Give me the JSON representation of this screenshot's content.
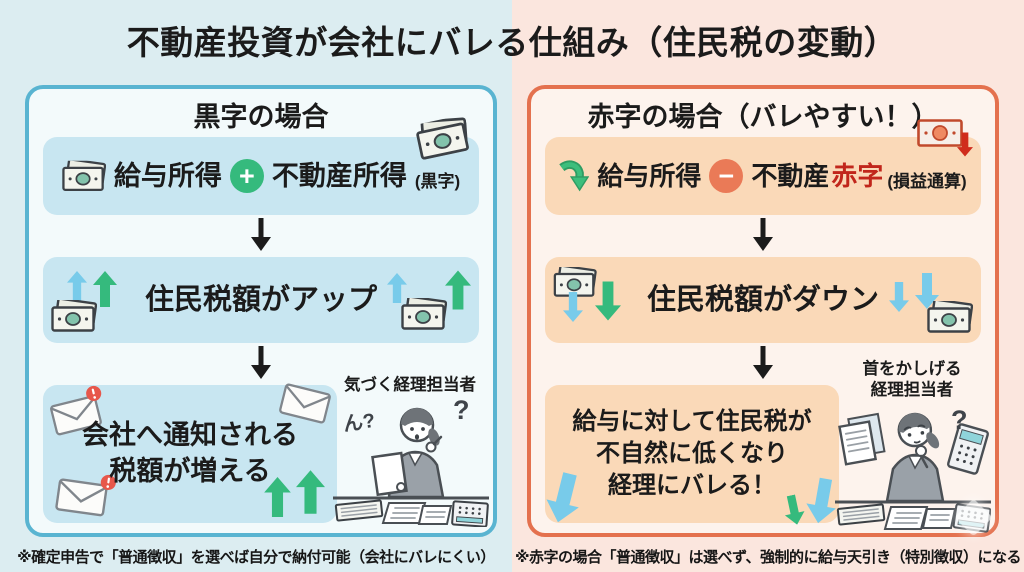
{
  "title": "不動産投資が会社にバレる仕組み（住民税の変動）",
  "operators": {
    "plus": "+",
    "minus": "−"
  },
  "icons": {
    "money-bill-icon": "banknote with teal oval",
    "money-bill-drop-icon": "banknote with red down arrow",
    "plus-icon": "white + in green circle",
    "minus-icon": "white − in coral circle",
    "green-up-arrow-icon": "⬆",
    "blue-up-arrow-icon": "⬆",
    "green-down-arrow-icon": "⬇",
    "blue-down-arrow-icon": "⬇",
    "curved-down-arrow-icon": "⤵",
    "flow-down-arrow-icon": "↓",
    "envelope-alert-icon": "✉ with red ! badge",
    "envelope-icon": "✉",
    "accountant-noticing-illustration": "office worker reading a notice at desk",
    "accountant-puzzled-illustration": "office worker tilting head, hand on chin",
    "cursor-artifact": "white diamond highlight"
  },
  "left": {
    "header": "黒字の場合",
    "box1": {
      "term1": "給与所得",
      "term2": "不動産所得",
      "note": "(黒字)"
    },
    "box2": "住民税額がアップ",
    "box3": [
      "会社へ通知される",
      "税額が増える"
    ],
    "illustration": {
      "label": "気づく経理担当者",
      "speech_left": "ん?",
      "speech_right": "?"
    },
    "footnote": "※確定申告で「普通徴収」を選べば自分で納付可能（会社にバレにくい）"
  },
  "right": {
    "header": "赤字の場合（バレやすい！）",
    "box1": {
      "term1": "給与所得",
      "term2": "不動産",
      "term2_red": "赤字",
      "note": "(損益通算)"
    },
    "box2": "住民税額がダウン",
    "box3": [
      "給与に対して住民税が",
      "不自然に低くなり",
      "経理にバレる！"
    ],
    "illustration": {
      "label_line1": "首をかしげる",
      "label_line2": "経理担当者",
      "speech": "?"
    },
    "footnote": "※赤字の場合「普通徴収」は選べず、強制的に給与天引き（特別徴収）になる"
  },
  "colors": {
    "bg_left": "#DCEDF1",
    "bg_right": "#FBE6DE",
    "card_left_border": "#59B4D1",
    "card_left_bg": "#F3FAFB",
    "card_right_border": "#E4714E",
    "card_right_bg": "#FDF3ED",
    "box_left": "#C8E6F1",
    "box_right": "#FAD9B8",
    "plus_green": "#35BA7D",
    "minus_coral": "#EA7A57",
    "arrow_green": "#3DBE7C",
    "arrow_blue": "#78CBEA",
    "deficit_red": "#C1261B",
    "alert_red": "#E7574B"
  }
}
